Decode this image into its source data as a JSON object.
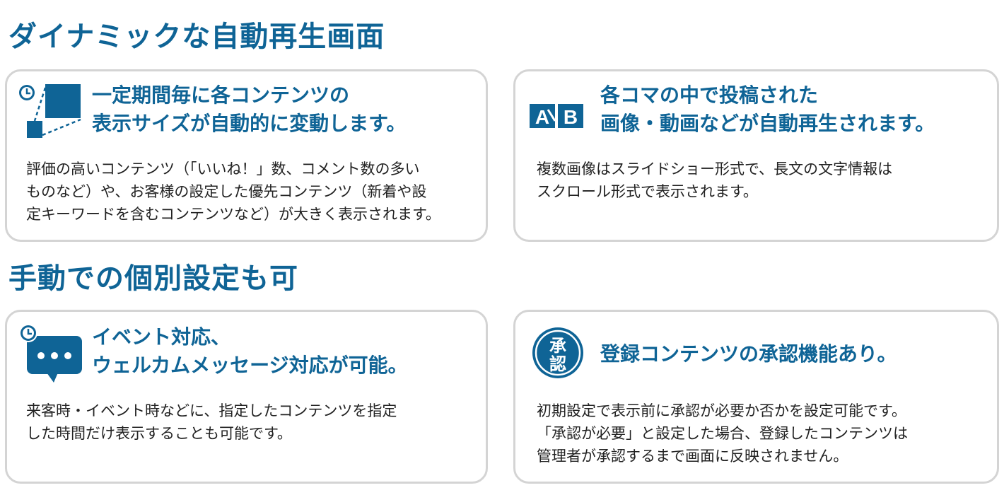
{
  "sections": [
    {
      "title": "ダイナミックな自動再生画面",
      "cards": [
        {
          "icon": "clock-resize-icon",
          "heading_lines": [
            "一定期間毎に各コンテンツの",
            "表示サイズが自動的に変動します。"
          ],
          "body_lines": [
            "評価の高いコンテンツ（「いいね！」数、コメント数の多い",
            "ものなど）や、お客様の設定した優先コンテンツ（新着や設",
            "定キーワードを含むコンテンツなど）が大きく表示されます。"
          ]
        },
        {
          "icon": "a-to-b-icon",
          "icon_text": {
            "a": "A",
            "b": "B"
          },
          "heading_lines": [
            "各コマの中で投稿された",
            "画像・動画などが自動再生されます。"
          ],
          "body_lines": [
            "複数画像はスライドショー形式で、長文の文字情報は",
            "スクロール形式で表示されます。"
          ]
        }
      ]
    },
    {
      "title": "手動での個別設定も可",
      "cards": [
        {
          "icon": "clock-chat-icon",
          "heading_lines": [
            "イベント対応、",
            "ウェルカムメッセージ対応が可能。"
          ],
          "body_lines": [
            "来客時・イベント時などに、指定したコンテンツを指定",
            "した時間だけ表示することも可能です。"
          ]
        },
        {
          "icon": "approval-stamp-icon",
          "icon_text": {
            "top": "承",
            "bottom": "認"
          },
          "heading_lines": [
            "登録コンテンツの承認機能あり。"
          ],
          "body_lines": [
            "初期設定で表示前に承認が必要か否かを設定可能です。",
            "「承認が必要」と設定した場合、登録したコンテンツは",
            "管理者が承認するまで画面に反映されません。"
          ]
        }
      ]
    }
  ],
  "colors": {
    "accent": "#0f6496",
    "card_border": "#d4d4d4",
    "text": "#222222"
  }
}
